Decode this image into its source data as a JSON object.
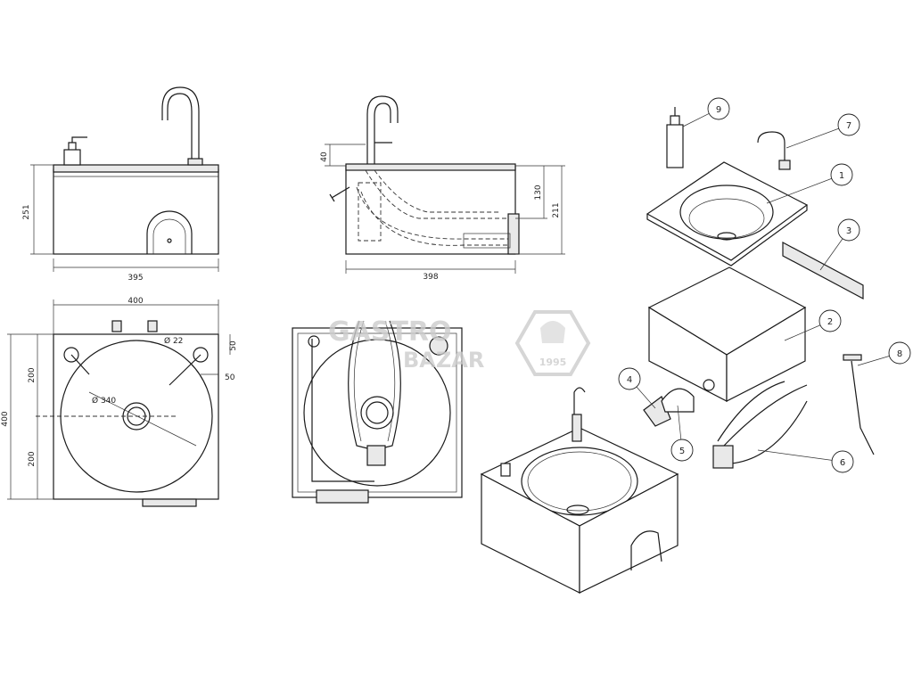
{
  "dimensions": {
    "front_width": "395",
    "front_height": "251",
    "side_depth": "398",
    "side_faucet": "40",
    "side_inner": "130",
    "side_total": "211",
    "top_width": "400",
    "top_height": "400",
    "top_half_a": "200",
    "top_half_b": "200",
    "bowl_diameter": "Ø 340",
    "hole_diameter": "Ø 22",
    "edge_offset_a": "50",
    "edge_offset_b": "50"
  },
  "callouts": [
    "1",
    "2",
    "3",
    "4",
    "5",
    "6",
    "7",
    "8",
    "9"
  ],
  "watermark": {
    "word1": "GASTRO",
    "word2": "BAZAR",
    "year": "1995"
  }
}
